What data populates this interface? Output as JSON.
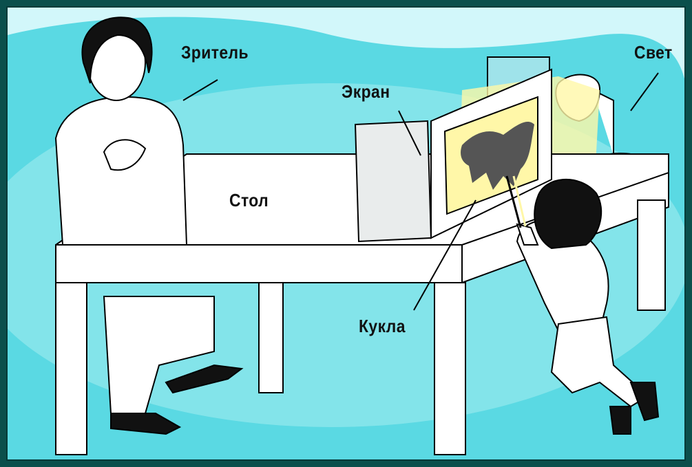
{
  "labels": {
    "viewer": "Зритель",
    "screen": "Экран",
    "light": "Свет",
    "table": "Стол",
    "puppet": "Кукла"
  },
  "colors": {
    "background_frame": "#0b4f4c",
    "background": "#d2f7fa",
    "floor_blob": "#5ad9e3",
    "glow": "#fff7a8",
    "outline": "#000000"
  }
}
